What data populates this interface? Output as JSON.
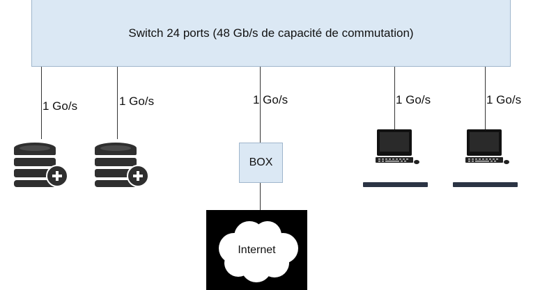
{
  "switch": {
    "label": "Switch 24 ports (48 Gb/s de capacité de commutation)"
  },
  "links": [
    {
      "speed": "1 Go/s"
    },
    {
      "speed": "1 Go/s"
    },
    {
      "speed": "1 Go/s"
    },
    {
      "speed": "1 Go/s"
    },
    {
      "speed": "1 Go/s"
    }
  ],
  "box": {
    "label": "BOX"
  },
  "internet": {
    "label": "Internet"
  },
  "icons": {
    "database": "database-add-icon",
    "computer": "desktop-computer-icon",
    "cloud": "cloud-icon"
  },
  "colors": {
    "node_fill": "#dbe8f4",
    "node_border": "#9fb6cc",
    "icon_dark": "#2f2f2f",
    "cloud_background": "#000000"
  }
}
